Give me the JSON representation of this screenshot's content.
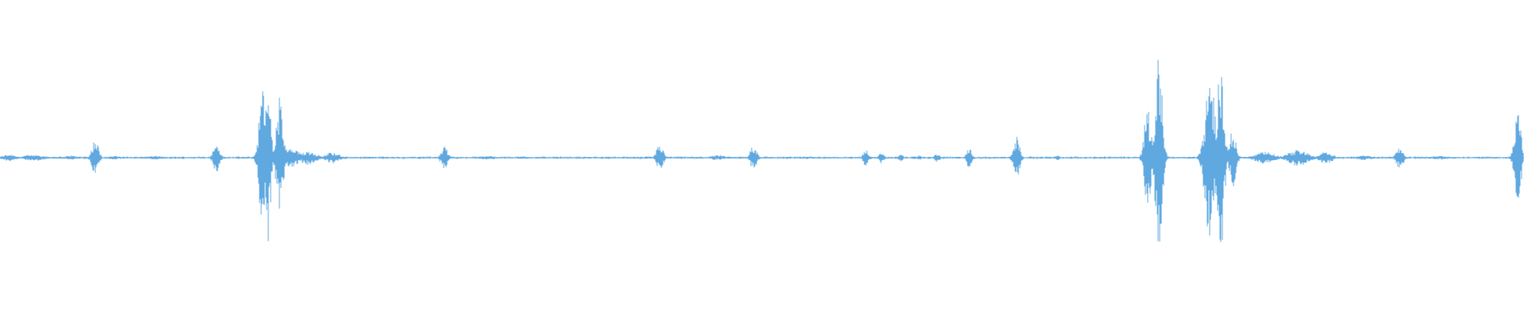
{
  "waveform": {
    "color": "#5fa8e0",
    "baseline_noise": 0.012,
    "bursts": [
      {
        "t": 0.0063,
        "amp": 0.03,
        "dur": 0.008
      },
      {
        "t": 0.0188,
        "amp": 0.025,
        "dur": 0.006
      },
      {
        "t": 0.024,
        "amp": 0.025,
        "dur": 0.01
      },
      {
        "t": 0.0465,
        "amp": 0.02,
        "dur": 0.006
      },
      {
        "t": 0.0625,
        "amp": 0.16,
        "dur": 0.004
      },
      {
        "t": 0.075,
        "amp": 0.015,
        "dur": 0.008
      },
      {
        "t": 0.101,
        "amp": 0.015,
        "dur": 0.01
      },
      {
        "t": 0.142,
        "amp": 0.12,
        "dur": 0.004
      },
      {
        "t": 0.172,
        "amp": 0.6,
        "dur": 0.004
      },
      {
        "t": 0.176,
        "amp": 0.75,
        "dur": 0.003
      },
      {
        "t": 0.1835,
        "amp": 0.52,
        "dur": 0.004
      },
      {
        "t": 0.19,
        "amp": 0.08,
        "dur": 0.012
      },
      {
        "t": 0.202,
        "amp": 0.06,
        "dur": 0.01
      },
      {
        "t": 0.218,
        "amp": 0.05,
        "dur": 0.008
      },
      {
        "t": 0.2915,
        "amp": 0.1,
        "dur": 0.004
      },
      {
        "t": 0.32,
        "amp": 0.015,
        "dur": 0.012
      },
      {
        "t": 0.344,
        "amp": 0.012,
        "dur": 0.01
      },
      {
        "t": 0.433,
        "amp": 0.12,
        "dur": 0.004
      },
      {
        "t": 0.471,
        "amp": 0.02,
        "dur": 0.01
      },
      {
        "t": 0.4945,
        "amp": 0.11,
        "dur": 0.004
      },
      {
        "t": 0.53,
        "amp": 0.012,
        "dur": 0.01
      },
      {
        "t": 0.568,
        "amp": 0.07,
        "dur": 0.003
      },
      {
        "t": 0.5785,
        "amp": 0.05,
        "dur": 0.003
      },
      {
        "t": 0.591,
        "amp": 0.03,
        "dur": 0.003
      },
      {
        "t": 0.603,
        "amp": 0.02,
        "dur": 0.003
      },
      {
        "t": 0.615,
        "amp": 0.04,
        "dur": 0.003
      },
      {
        "t": 0.636,
        "amp": 0.09,
        "dur": 0.003
      },
      {
        "t": 0.667,
        "amp": 0.18,
        "dur": 0.004
      },
      {
        "t": 0.694,
        "amp": 0.02,
        "dur": 0.003
      },
      {
        "t": 0.753,
        "amp": 0.46,
        "dur": 0.004
      },
      {
        "t": 0.7605,
        "amp": 0.98,
        "dur": 0.004
      },
      {
        "t": 0.794,
        "amp": 0.72,
        "dur": 0.006
      },
      {
        "t": 0.801,
        "amp": 0.88,
        "dur": 0.004
      },
      {
        "t": 0.809,
        "amp": 0.25,
        "dur": 0.004
      },
      {
        "t": 0.83,
        "amp": 0.05,
        "dur": 0.012
      },
      {
        "t": 0.852,
        "amp": 0.07,
        "dur": 0.012
      },
      {
        "t": 0.87,
        "amp": 0.05,
        "dur": 0.008
      },
      {
        "t": 0.895,
        "amp": 0.02,
        "dur": 0.01
      },
      {
        "t": 0.9185,
        "amp": 0.1,
        "dur": 0.004
      },
      {
        "t": 0.945,
        "amp": 0.015,
        "dur": 0.012
      },
      {
        "t": 0.996,
        "amp": 0.38,
        "dur": 0.004
      }
    ]
  }
}
